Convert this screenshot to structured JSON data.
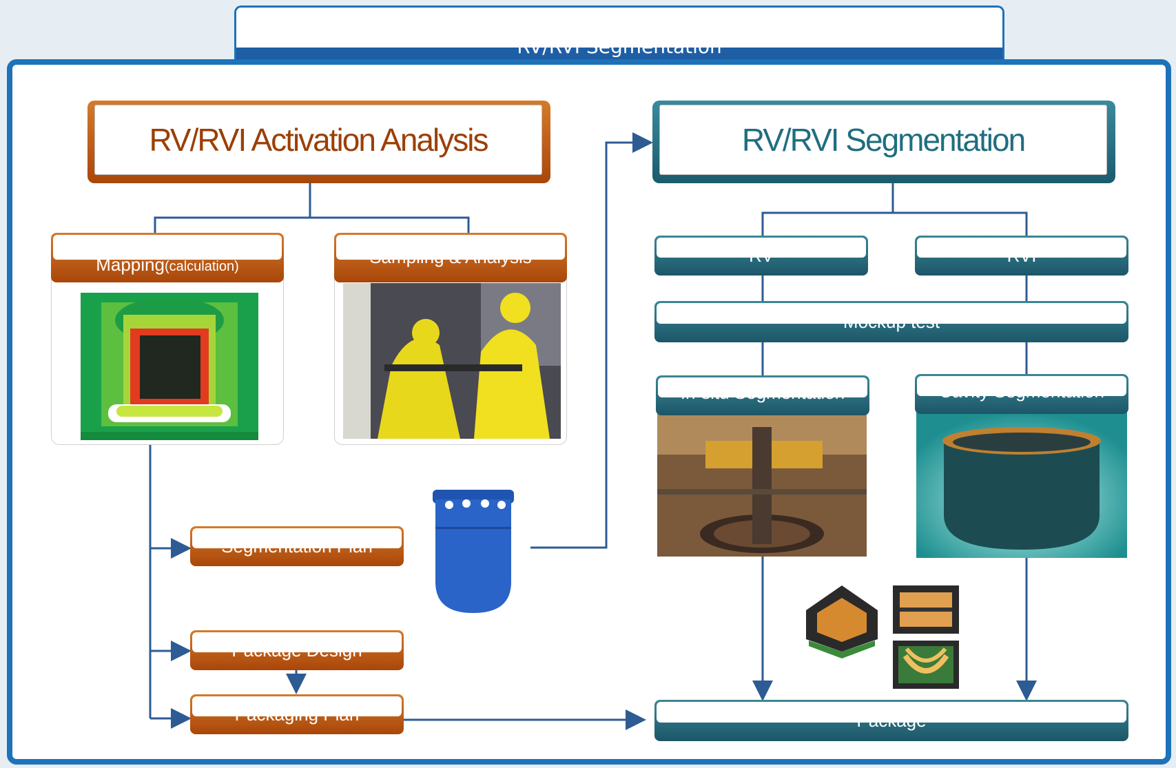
{
  "top_title": "RV/RVI Segmentation",
  "left": {
    "header": "RV/RVI Activation Analysis",
    "mapping_label": "Mapping",
    "mapping_sub": "(calculation)",
    "sampling_label": "Sampling & Analysis",
    "segmentation_plan": "Segmentation Plan",
    "package_design": "Package Design",
    "packaging_plan": "Packaging Plan"
  },
  "right": {
    "header": "RV/RVI Segmentation",
    "rv": "RV",
    "rvi": "RVI",
    "mockup": "Mockup test",
    "insitu": "In-situ Segmentation",
    "cavity": "Cavity Segmentation",
    "package": "Package"
  },
  "colors": {
    "orange": "#b8540f",
    "teal": "#1f6e7f",
    "frame": "#1e72b8",
    "connector": "#2d5b94"
  }
}
